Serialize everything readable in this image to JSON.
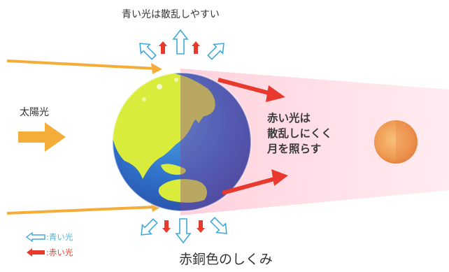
{
  "top_caption": "青い光は散乱しやすい",
  "sun_label": "太陽光",
  "red_light_lines": [
    "赤い光は",
    "散乱しにくく",
    "月を照らす"
  ],
  "legend": {
    "blue": ":青い光",
    "red": ":赤い光"
  },
  "bottom_title": "赤銅色のしくみ",
  "colors": {
    "sunlight": "#f5ad3a",
    "blue_light": "#3fa9d8",
    "red_light": "#e8392f",
    "shadow_cone": "#ffd9e2",
    "moon": "#ef9a52",
    "ocean": "#2f6fc8",
    "land": "#d9ec3c",
    "text": "#333333"
  }
}
